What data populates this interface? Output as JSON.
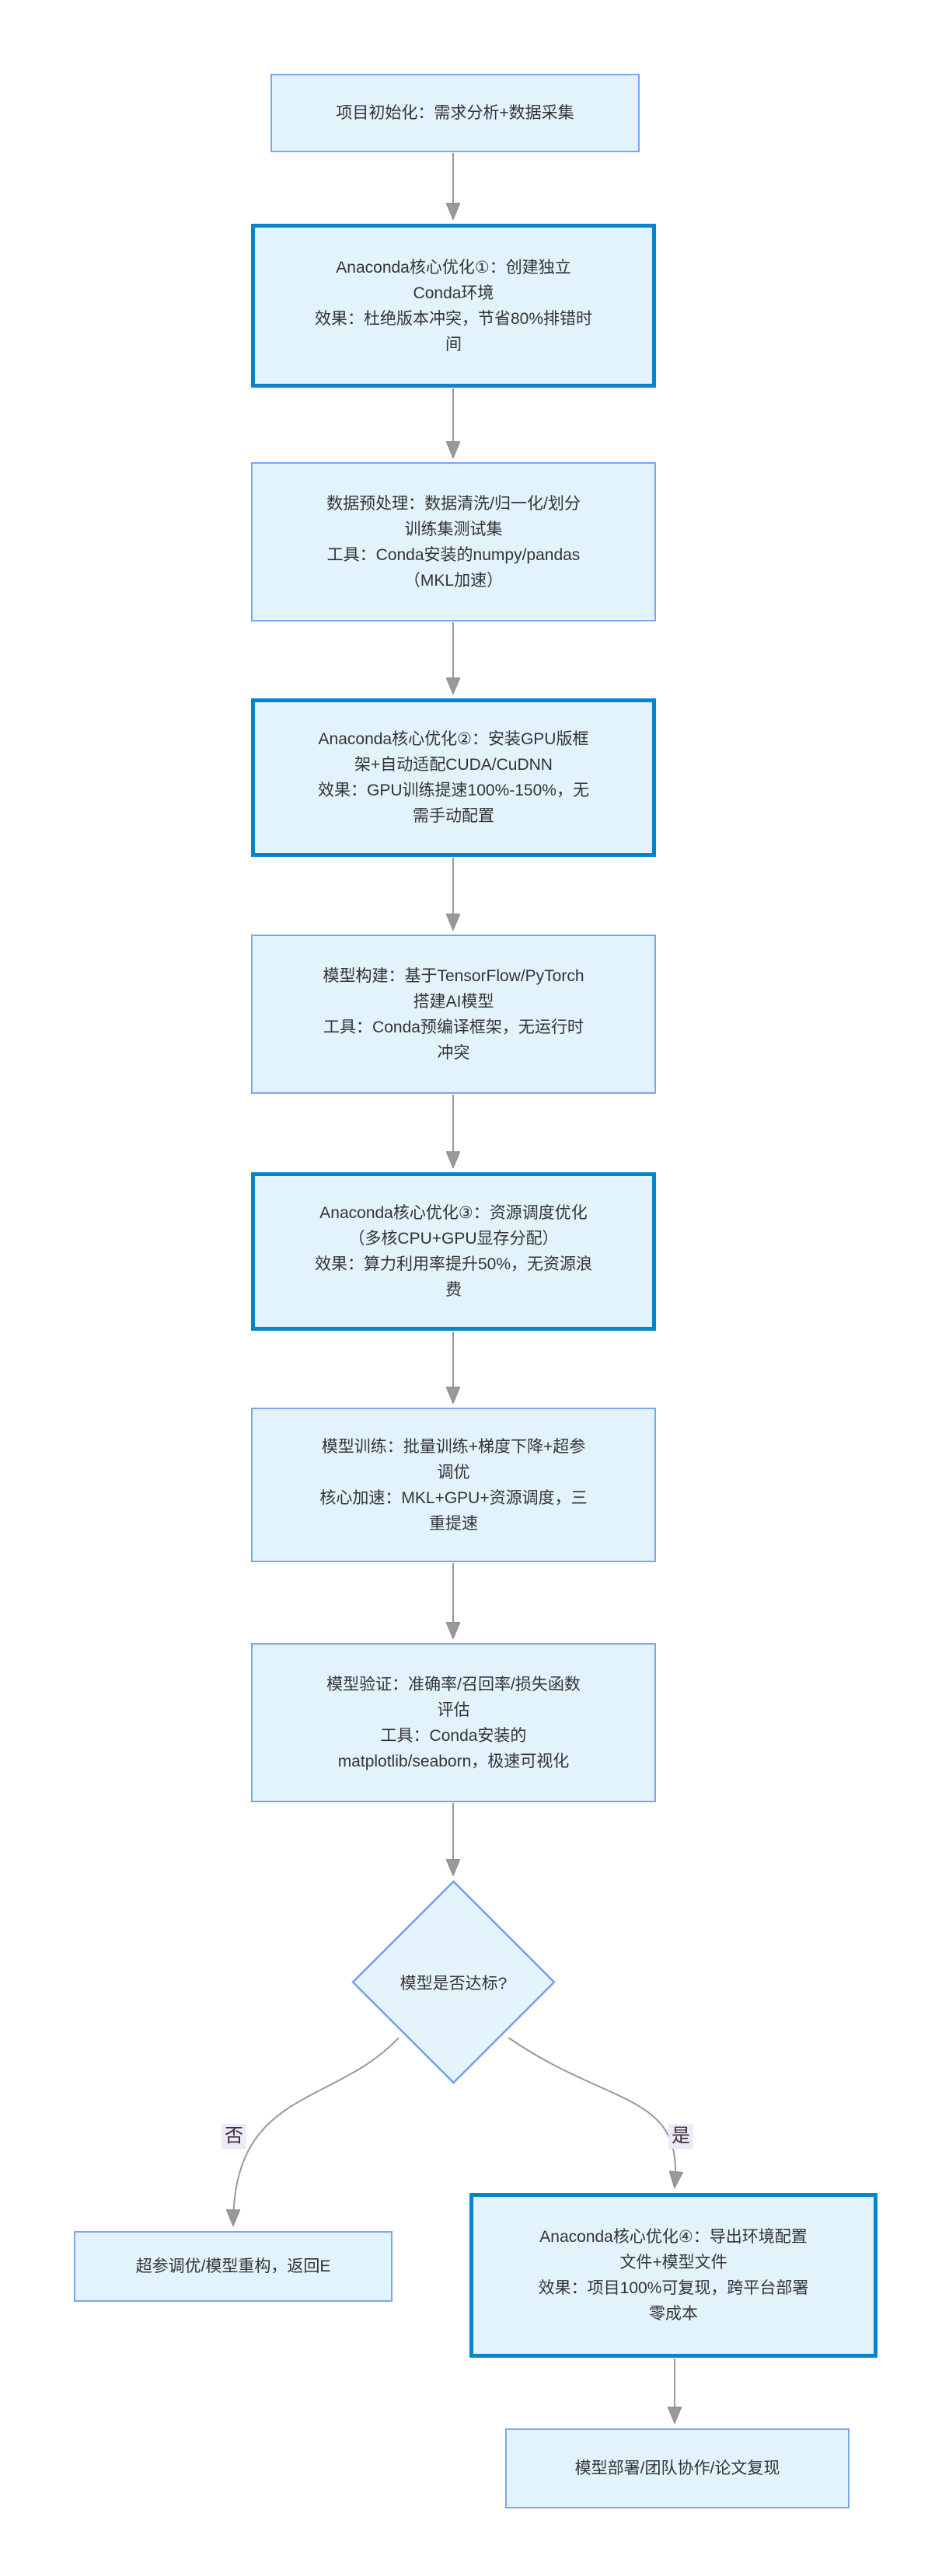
{
  "diagram": {
    "type": "flowchart",
    "direction": "top-down",
    "colors": {
      "node_fill": "#e3f3fc",
      "node_border": "#7aa6f0",
      "highlight_border": "#0a84c8",
      "edge": "#999999",
      "text": "#333333",
      "edge_label_bg": "#eee8f8"
    },
    "nodes": [
      {
        "id": "A",
        "kind": "process",
        "emphasis": false,
        "text": "项目初始化：需求分析+数据采集"
      },
      {
        "id": "B",
        "kind": "process",
        "emphasis": true,
        "text": "Anaconda核心优化①：创建独立\nConda环境\n效果：杜绝版本冲突，节省80%排错时\n间"
      },
      {
        "id": "C",
        "kind": "process",
        "emphasis": false,
        "text": "数据预处理：数据清洗/归一化/划分\n训练集测试集\n工具：Conda安装的numpy/pandas\n（MKL加速）"
      },
      {
        "id": "D",
        "kind": "process",
        "emphasis": true,
        "text": "Anaconda核心优化②：安装GPU版框\n架+自动适配CUDA/CuDNN\n效果：GPU训练提速100%-150%，无\n需手动配置"
      },
      {
        "id": "E",
        "kind": "process",
        "emphasis": false,
        "text": "模型构建：基于TensorFlow/PyTorch\n搭建AI模型\n工具：Conda预编译框架，无运行时\n冲突"
      },
      {
        "id": "F",
        "kind": "process",
        "emphasis": true,
        "text": "Anaconda核心优化③：资源调度优化\n（多核CPU+GPU显存分配）\n效果：算力利用率提升50%，无资源浪\n费"
      },
      {
        "id": "G",
        "kind": "process",
        "emphasis": false,
        "text": "模型训练：批量训练+梯度下降+超参\n调优\n核心加速：MKL+GPU+资源调度，三\n重提速"
      },
      {
        "id": "H",
        "kind": "process",
        "emphasis": false,
        "text": "模型验证：准确率/召回率/损失函数\n评估\n工具：Conda安装的\nmatplotlib/seaborn，极速可视化"
      },
      {
        "id": "I",
        "kind": "decision",
        "emphasis": false,
        "text": "模型是否达标?"
      },
      {
        "id": "J",
        "kind": "process",
        "emphasis": false,
        "text": "超参调优/模型重构，返回E"
      },
      {
        "id": "K",
        "kind": "process",
        "emphasis": true,
        "text": "Anaconda核心优化④：导出环境配置\n文件+模型文件\n效果：项目100%可复现，跨平台部署\n零成本"
      },
      {
        "id": "L",
        "kind": "process",
        "emphasis": false,
        "text": "模型部署/团队协作/论文复现"
      }
    ],
    "edges": [
      {
        "from": "A",
        "to": "B",
        "label": ""
      },
      {
        "from": "B",
        "to": "C",
        "label": ""
      },
      {
        "from": "C",
        "to": "D",
        "label": ""
      },
      {
        "from": "D",
        "to": "E",
        "label": ""
      },
      {
        "from": "E",
        "to": "F",
        "label": ""
      },
      {
        "from": "F",
        "to": "G",
        "label": ""
      },
      {
        "from": "G",
        "to": "H",
        "label": ""
      },
      {
        "from": "H",
        "to": "I",
        "label": ""
      },
      {
        "from": "I",
        "to": "J",
        "label": "否"
      },
      {
        "from": "I",
        "to": "K",
        "label": "是"
      },
      {
        "from": "K",
        "to": "L",
        "label": ""
      }
    ]
  }
}
